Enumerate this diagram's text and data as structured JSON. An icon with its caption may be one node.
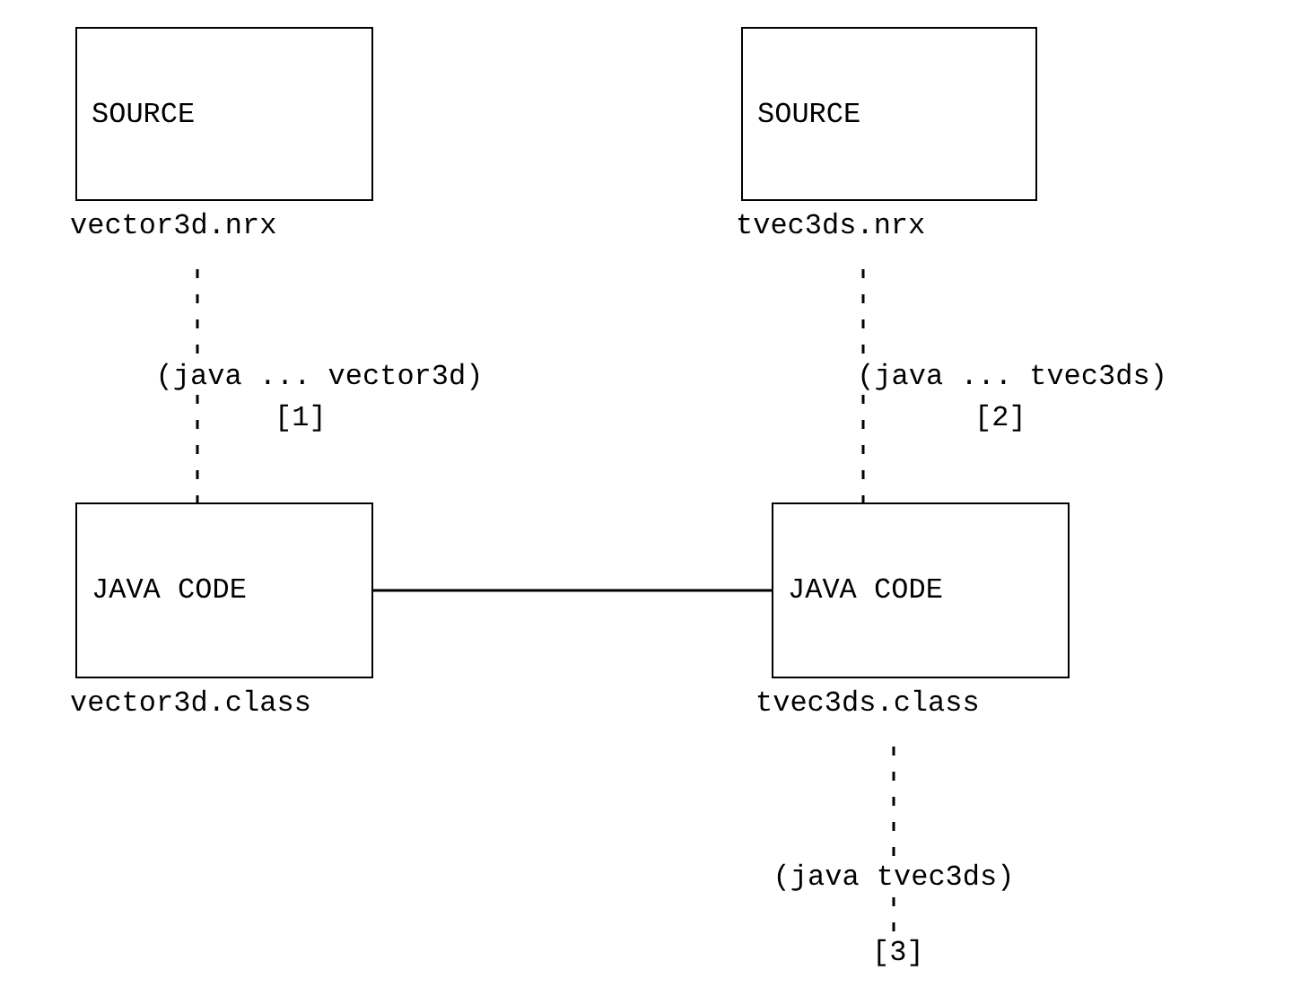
{
  "diagram": {
    "nodes": [
      {
        "text": [
          "SOURCE"
        ],
        "beside": [
          "vector3d.nrx"
        ]
      },
      {
        "text": [
          "SOURCE"
        ],
        "beside": [
          "tvec3ds.nrx"
        ]
      },
      {
        "text": [
          "JAVA CODE"
        ],
        "beside": [
          "vector3d.class"
        ]
      },
      {
        "text": [
          "JAVA CODE"
        ],
        "beside": [
          "tvec3ds.class"
        ]
      },
      {
        "text": [
          "[3]"
        ]
      }
    ],
    "edges": [
      {
        "from": 0,
        "to": 2,
        "arrow": "none",
        "label": "(java ... vector3d)",
        "style": "dashed"
      },
      {
        "from": 1,
        "to": 3,
        "arrow": "none",
        "label": "(java ... tvec3ds)",
        "style": "dashed"
      },
      {
        "from": 2,
        "to": 3,
        "arrow": "none"
      },
      {
        "from": 3,
        "to": 4,
        "arrow": "none",
        "label": "(java tvec3ds)",
        "style": "dashed"
      }
    ],
    "labels": [
      "[1]",
      "[2]"
    ]
  }
}
